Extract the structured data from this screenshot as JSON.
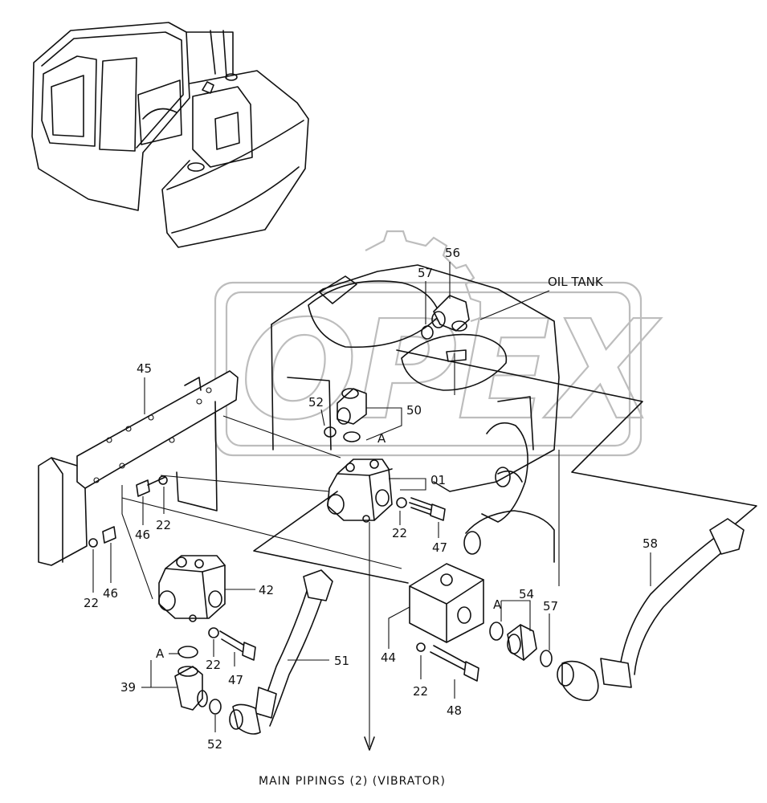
{
  "watermark": "OPEX",
  "caption": "MAIN PIPINGS (2) (VIBRATOR)",
  "component_labels": {
    "oil_tank": "OIL TANK",
    "port_a": "A"
  },
  "callouts": {
    "p01": "01",
    "p22": "22",
    "p39": "39",
    "p42": "42",
    "p44": "44",
    "p45": "45",
    "p46": "46",
    "p47": "47",
    "p48": "48",
    "p50": "50",
    "p51": "51",
    "p52": "52",
    "p54": "54",
    "p56": "56",
    "p57": "57",
    "p58": "58"
  }
}
